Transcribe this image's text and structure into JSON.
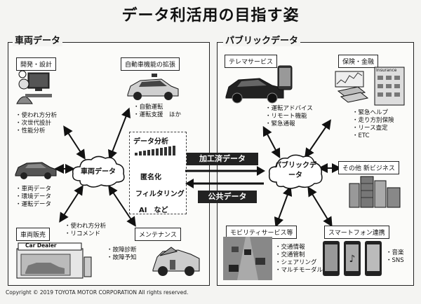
{
  "title": "データ利活用の目指す姿",
  "vehicle": {
    "label": "車両データ",
    "cloud": "車両データ",
    "dev_box": "開発・設計",
    "dev_bullets": [
      "使われ方分析",
      "次世代設計",
      "性能分析"
    ],
    "auto_box": "自動車機能の拡張",
    "auto_bullets": [
      "自動運転",
      "運転支援　ほか"
    ],
    "car_bullets": [
      "車両データ",
      "環境データ",
      "運転データ"
    ],
    "sales_box": "車両販売",
    "sales_bullets": [
      "使われ方分析",
      "リコメンド"
    ],
    "sales_sign": "Car Dealer",
    "maint_box": "メンテナンス",
    "maint_bullets": [
      "故障診断",
      "故障予知"
    ]
  },
  "analysis": {
    "title": "データ分析",
    "items": [
      "匿名化",
      "フィルタリング",
      "AI　など"
    ]
  },
  "flow": {
    "processed": "加工済データ",
    "public": "公共データ"
  },
  "public": {
    "label": "パブリックデータ",
    "cloud": "パブリックデータ",
    "telema_box": "テレマサービス",
    "telema_bullets": [
      "運転アドバイス",
      "リモート機能",
      "緊急通報"
    ],
    "insure_box": "保険・金融",
    "insure_bullets": [
      "緊急ヘルプ",
      "走り方別保険",
      "リース査定",
      "ETC"
    ],
    "insure_sign": "Insurance",
    "biz_box": "その他 新ビジネス",
    "mobility_box": "モビリティサービス等",
    "mobility_bullets": [
      "交通情報",
      "交通管制",
      "シェアリング",
      "マルチモーダル"
    ],
    "phone_box": "スマートフォン連携",
    "phone_bullets": [
      "音楽",
      "SNS"
    ]
  },
  "copyright": "Copyright © 2019 TOYOTA MOTOR CORPORATION All rights reserved."
}
